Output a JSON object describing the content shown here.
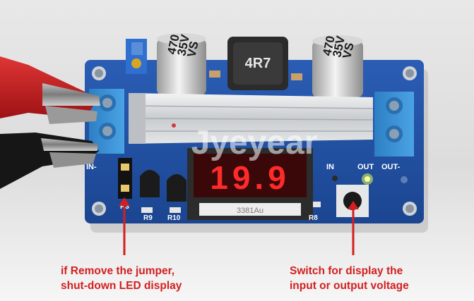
{
  "board": {
    "inductor_label": "4R7",
    "capacitors": [
      {
        "value": "470",
        "voltage": "35V",
        "series": "VS"
      },
      {
        "value": "470",
        "voltage": "35V",
        "series": "VS"
      }
    ],
    "display_reading": "19.9",
    "display_sticker": "3381Au",
    "silkscreen": {
      "in_minus": "IN-",
      "in": "IN",
      "out": "OUT",
      "out_minus": "OUT-",
      "r9": "R9",
      "r10": "R10",
      "r8": "R8",
      "r3": "R3"
    },
    "watermark": "Jyeyear"
  },
  "annotations": {
    "left": {
      "line1": "if Remove the jumper,",
      "line2": "shut-down LED display"
    },
    "right": {
      "line1": "Switch for display the",
      "line2": "input or output voltage"
    }
  },
  "colors": {
    "pcb": "#1f4fa3",
    "heatsink": "#d5d7d8",
    "terminal": "#3a8fd0",
    "led_red": "#ff2a2a",
    "annotation": "#d31f1f",
    "clip_red": "#c41d1f",
    "clip_black": "#141414"
  }
}
